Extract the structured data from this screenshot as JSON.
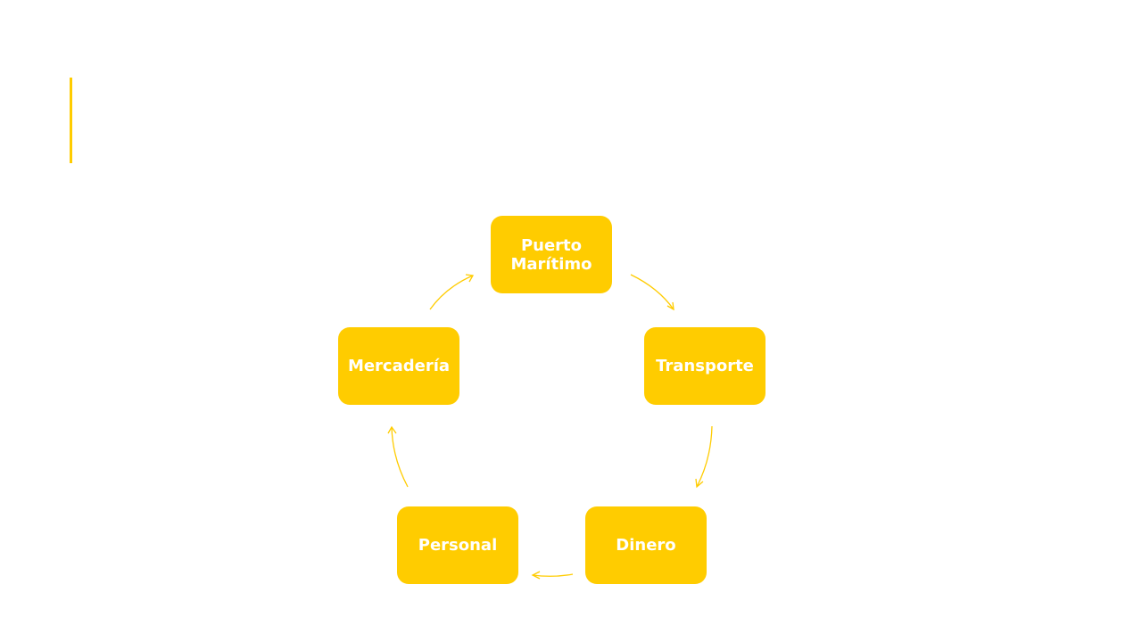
{
  "theme": {
    "accent": "#FFCC00",
    "node_text": "#FFFFFF",
    "background": "#FFFFFF"
  },
  "cycle": {
    "nodes": [
      {
        "id": "puerto",
        "label": "Puerto Marítimo"
      },
      {
        "id": "transporte",
        "label": "Transporte"
      },
      {
        "id": "dinero",
        "label": "Dinero"
      },
      {
        "id": "personal",
        "label": "Personal"
      },
      {
        "id": "mercaderia",
        "label": "Mercadería"
      }
    ],
    "direction": "clockwise"
  }
}
